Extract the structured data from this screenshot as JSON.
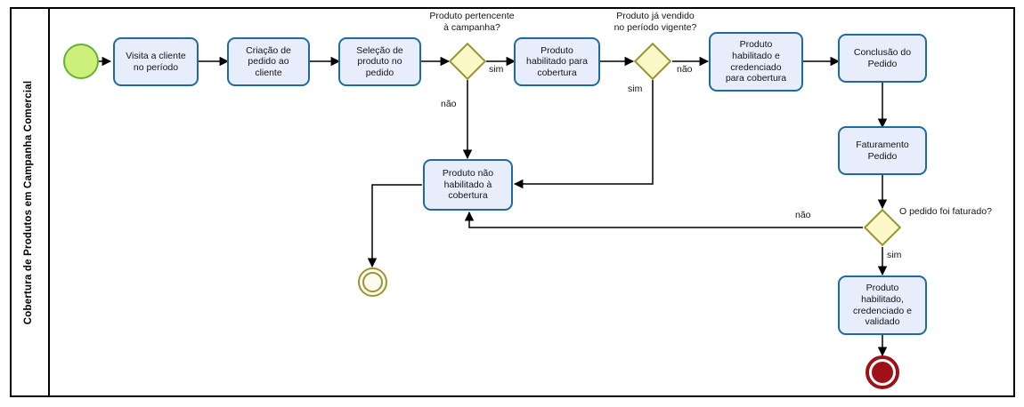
{
  "diagram": {
    "type": "bpmn-process-flow",
    "language": "pt-BR",
    "lane_title": "Cobertura de Produtos em Campanha Comercial",
    "colors": {
      "task_fill": "#e8edfb",
      "task_border": "#1d6ba0",
      "gateway_fill": "#fbf9c8",
      "gateway_border": "#9a9432",
      "start_event_fill": "#cdf07a",
      "start_event_border": "#64b234",
      "end_event": "#9e1119",
      "intermediate_event_border": "#9a9432",
      "connector": "#000000",
      "frame": "#000000"
    }
  },
  "events": {
    "start": {
      "name": "start-event"
    },
    "intermediate_end": {
      "name": "intermediate-end-event"
    },
    "end": {
      "name": "end-event"
    }
  },
  "tasks": [
    {
      "id": "t1",
      "label": "Visita a cliente\nno período"
    },
    {
      "id": "t2",
      "label": "Criação de\npedido ao\ncliente"
    },
    {
      "id": "t3",
      "label": "Seleção de\nproduto no\npedido"
    },
    {
      "id": "t4",
      "label": "Produto\nhabilitado para\ncobertura"
    },
    {
      "id": "t5",
      "label": "Produto\nhabilitado e\ncredenciado\npara cobertura"
    },
    {
      "id": "t6",
      "label": "Conclusão do\nPedido"
    },
    {
      "id": "t7",
      "label": "Faturamento\nPedido"
    },
    {
      "id": "t8",
      "label": "Produto não\nhabilitado à\ncobertura"
    },
    {
      "id": "t9",
      "label": "Produto\nhabilitado,\ncredenciado e\nvalidado"
    }
  ],
  "gateways": [
    {
      "id": "g1",
      "question": "Produto pertencente\nà campanha?"
    },
    {
      "id": "g2",
      "question": "Produto já vendido\nno período vigente?"
    },
    {
      "id": "g3",
      "question": "O pedido foi faturado?"
    }
  ],
  "flow_labels": {
    "g1_yes": "sim",
    "g1_no": "não",
    "g2_yes": "sim",
    "g2_no": "não",
    "g3_yes": "sim",
    "g3_no": "não"
  }
}
